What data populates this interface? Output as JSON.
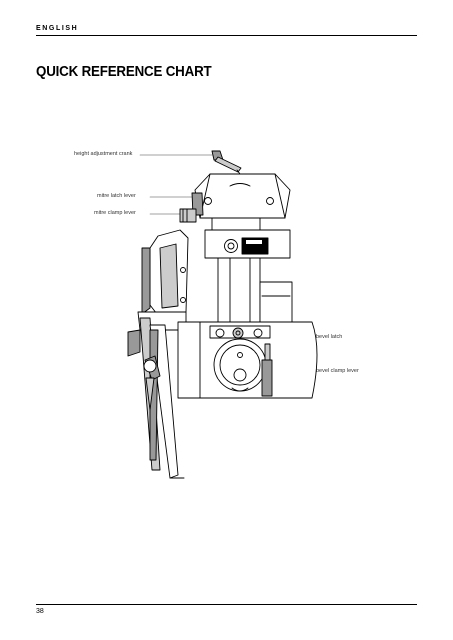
{
  "header": {
    "language": "ENGLISH"
  },
  "title": "QUICK REFERENCE CHART",
  "callouts": {
    "height_adjustment_crank": "height adjustment crank",
    "mitre_latch_lever": "mitre latch lever",
    "mitre_clamp_lever": "mitre clamp lever",
    "bevel_latch": "bevel latch",
    "bevel_clamp_lever": "bevel clamp lever"
  },
  "footer": {
    "page_number": "38"
  },
  "colors": {
    "ink": "#000000",
    "shade": "#999999",
    "light_shade": "#cccccc"
  }
}
